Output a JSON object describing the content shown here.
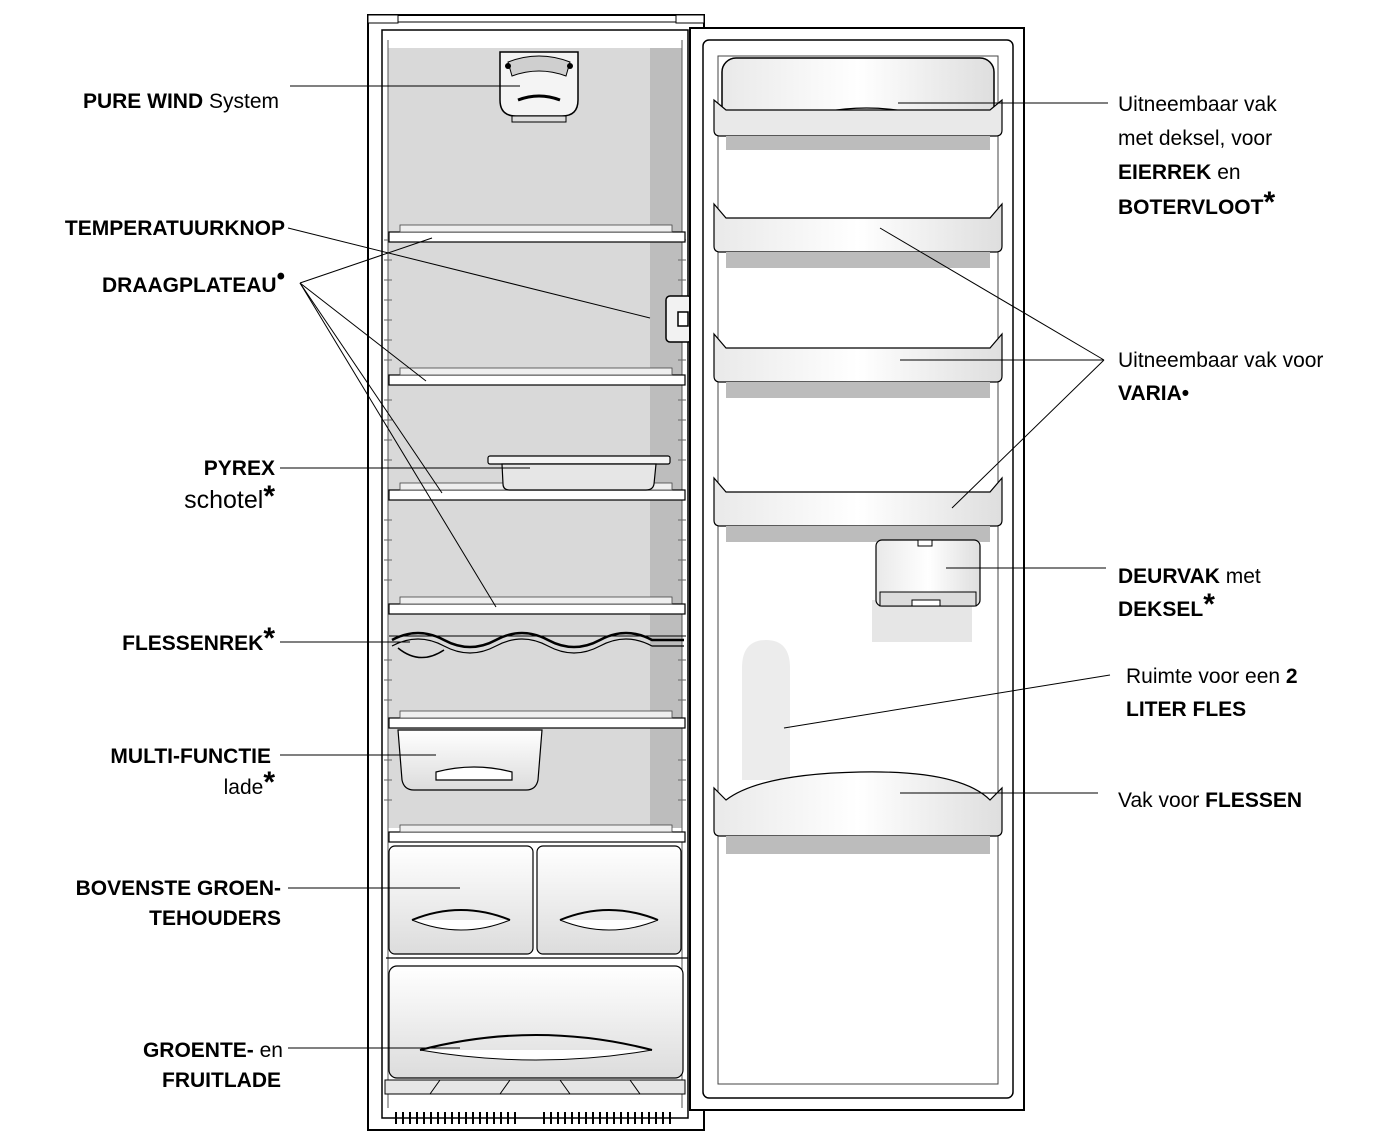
{
  "labels": {
    "pure_wind": {
      "bold": "PURE WIND",
      "rest": " System"
    },
    "temperatuurknop": {
      "bold": "TEMPERATUURKNOP"
    },
    "draagplateau": {
      "bold": "DRAAGPLATEAU",
      "mark": "•"
    },
    "pyrex": {
      "bold": "PYREX",
      "line2": "schotel",
      "mark": "*"
    },
    "flessenrek": {
      "bold": "FLESSENREK",
      "mark": "*"
    },
    "multi_functie": {
      "bold": "MULTI-FUNCTIE",
      "line2": "lade",
      "mark": "*"
    },
    "bovenste": {
      "line1": "BOVENSTE  GROEN-",
      "line2": "TEHOUDERS"
    },
    "groente": {
      "bold": "GROENTE-",
      "rest": " en",
      "line2": "FRUITLADE"
    },
    "eierrek": {
      "line1": "Uitneembaar vak",
      "line2": "met deksel, voor",
      "bold1": "EIERREK",
      "rest1": " en",
      "bold2": "BOTERVLOOT",
      "mark": "*"
    },
    "varia": {
      "line1": "Uitneembaar vak voor",
      "bold": "VARIA",
      "mark": "•"
    },
    "deurvak": {
      "bold1": "DEURVAK",
      "rest1": " met",
      "bold2": "DEKSEL",
      "mark": "*"
    },
    "ruimte": {
      "rest1": "Ruimte voor een ",
      "bold1": "2",
      "bold2": "LITER FLES"
    },
    "vak_flessen": {
      "rest": "Vak voor ",
      "bold": "FLESSEN"
    }
  }
}
